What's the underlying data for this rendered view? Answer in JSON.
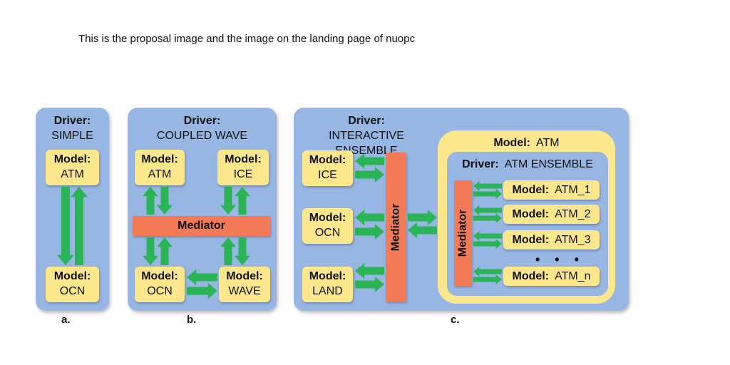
{
  "caption": "This is the proposal image and the image on the landing page of nuopc",
  "colors": {
    "panel": "#98b6e3",
    "box": "#fde78c",
    "mediator": "#f37a57",
    "arrow": "#2bb358"
  },
  "panel_a": {
    "driver_key": "Driver:",
    "driver_value": "SIMPLE",
    "models": [
      {
        "key": "Model:",
        "value": "ATM"
      },
      {
        "key": "Model:",
        "value": "OCN"
      }
    ],
    "label": "a."
  },
  "panel_b": {
    "driver_key": "Driver:",
    "driver_value": "COUPLED WAVE",
    "models": [
      {
        "key": "Model:",
        "value": "ATM"
      },
      {
        "key": "Model:",
        "value": "ICE"
      },
      {
        "key": "Model:",
        "value": "OCN"
      },
      {
        "key": "Model:",
        "value": "WAVE"
      }
    ],
    "mediator": "Mediator",
    "label": "b."
  },
  "panel_c": {
    "driver_key": "Driver:",
    "driver_value": "INTERACTIVE ENSEMBLE",
    "models": [
      {
        "key": "Model:",
        "value": "ICE"
      },
      {
        "key": "Model:",
        "value": "OCN"
      },
      {
        "key": "Model:",
        "value": "LAND"
      }
    ],
    "mediator": "Mediator",
    "atm_model_key": "Model:",
    "atm_model_value": "ATM",
    "ensemble_driver_key": "Driver:",
    "ensemble_driver_value": "ATM ENSEMBLE",
    "ensemble_mediator": "Mediator",
    "ensemble_members": [
      {
        "key": "Model:",
        "value": "ATM_1"
      },
      {
        "key": "Model:",
        "value": "ATM_2"
      },
      {
        "key": "Model:",
        "value": "ATM_3"
      },
      {
        "key": "Model:",
        "value": "ATM_n"
      }
    ],
    "ellipsis": "• • •",
    "label": "c."
  }
}
